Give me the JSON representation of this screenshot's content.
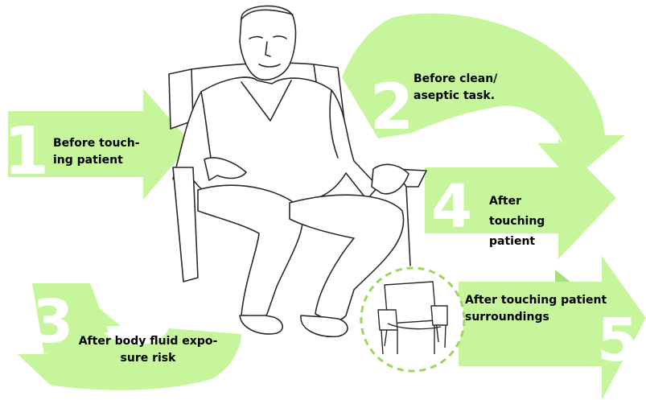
{
  "colors": {
    "arrow_fill": "#c6f59c",
    "arrow_dark": "#a9e07a",
    "number_color": "#ffffff",
    "dashed_circle": "#9cd65a",
    "line_art": "#2a2a2a"
  },
  "figures": {
    "person": "seated-patient-line-drawing",
    "chair": "armchair-line-drawing"
  },
  "moments": [
    {
      "number": "1",
      "line1": "Before touch-",
      "line2": "ing patient",
      "line3": ""
    },
    {
      "number": "2",
      "line1": "Before clean/",
      "line2": "aseptic task.",
      "line3": ""
    },
    {
      "number": "3",
      "line1": "After body fluid expo-",
      "line2": "sure risk",
      "line3": ""
    },
    {
      "number": "4",
      "line1": "After",
      "line2": "touching",
      "line3": "patient"
    },
    {
      "number": "5",
      "line1": "After touching patient",
      "line2": "surroundings",
      "line3": ""
    }
  ]
}
